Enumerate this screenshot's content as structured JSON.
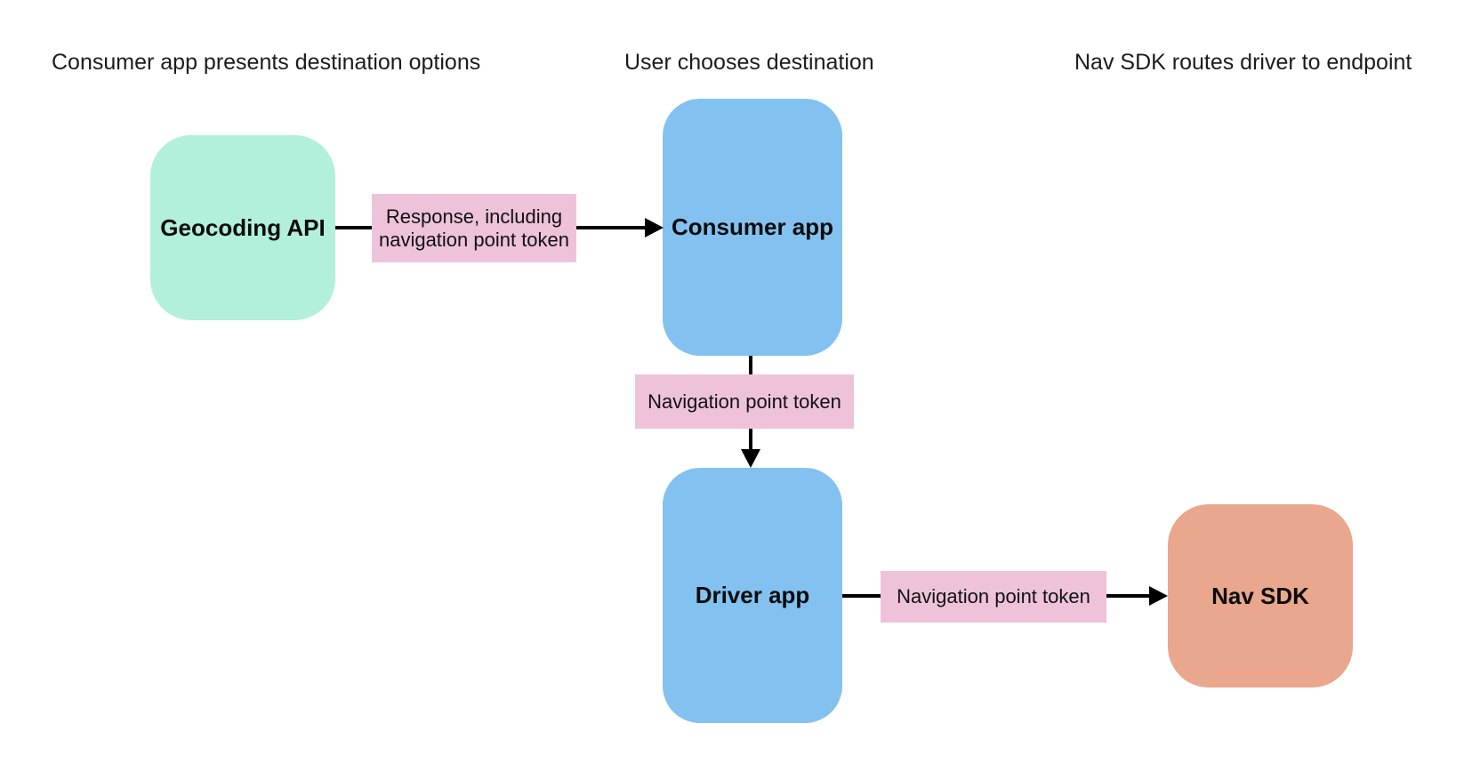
{
  "diagram": {
    "headers": [
      {
        "label": "Consumer app presents destination options"
      },
      {
        "label": "User chooses destination"
      },
      {
        "label": "Nav SDK routes driver to endpoint"
      }
    ],
    "nodes": [
      {
        "id": "geocoding-api",
        "label": "Geocoding API",
        "color": "#b2f0db"
      },
      {
        "id": "consumer-app",
        "label": "Consumer app",
        "color": "#83c2f0"
      },
      {
        "id": "driver-app",
        "label": "Driver app",
        "color": "#83c2f0"
      },
      {
        "id": "nav-sdk",
        "label": "Nav SDK",
        "color": "#e9a78d"
      }
    ],
    "edges": [
      {
        "from": "geocoding-api",
        "to": "consumer-app",
        "label": "Response, including navigation point token"
      },
      {
        "from": "consumer-app",
        "to": "driver-app",
        "label": "Navigation point token"
      },
      {
        "from": "driver-app",
        "to": "nav-sdk",
        "label": "Navigation point token"
      }
    ],
    "colors": {
      "node_green": "#b2f0db",
      "node_blue": "#83c2f0",
      "node_orange": "#e9a78d",
      "edge_label_bg": "#eec3d9",
      "arrow": "#000000",
      "background": "#ffffff"
    }
  }
}
